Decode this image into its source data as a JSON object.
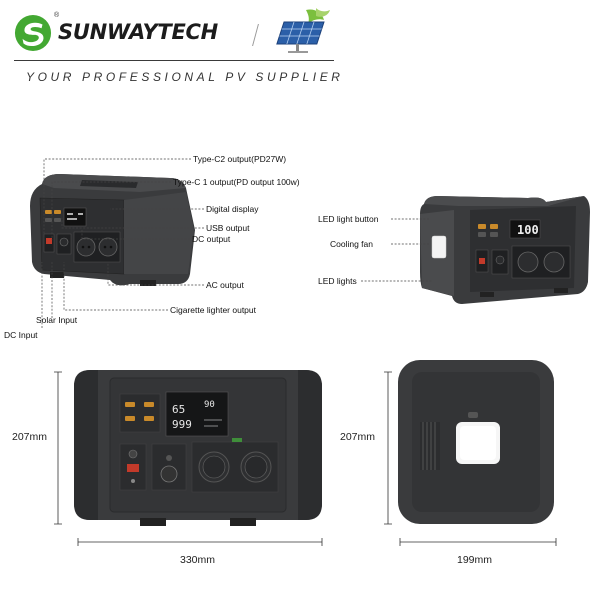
{
  "header": {
    "brand": "SUNWAYTECH",
    "registered": "®",
    "tagline": "YOUR PROFESSIONAL PV SUPPLIER",
    "separator": "/"
  },
  "colors": {
    "brand_green": "#43a832",
    "device_body": "#3b3c3e",
    "device_dark": "#2a2b2d",
    "leader_line": "#444444"
  },
  "icons": [
    "logo-icon",
    "solar-panel-icon"
  ],
  "callouts": {
    "type_c2": "Type-C2 output(PD27W)",
    "type_c1": "Type-C 1 output(PD output 100w)",
    "digital_display": "Digital display",
    "usb_output": "USB output",
    "dc_output": "DC output",
    "ac_output": "AC output",
    "cigarette": "Cigarette lighter output",
    "solar_input": "Solar Input",
    "dc_input": "DC Input",
    "led_button": "LED light button",
    "cooling_fan": "Cooling fan",
    "led_lights": "LED lights"
  },
  "screens": {
    "side_view": "100",
    "front_left": "65",
    "front_right": "90",
    "front_bottom": "999"
  },
  "dimensions": {
    "front_height": "207mm",
    "front_width": "330mm",
    "side_height": "207mm",
    "side_width": "199mm"
  }
}
